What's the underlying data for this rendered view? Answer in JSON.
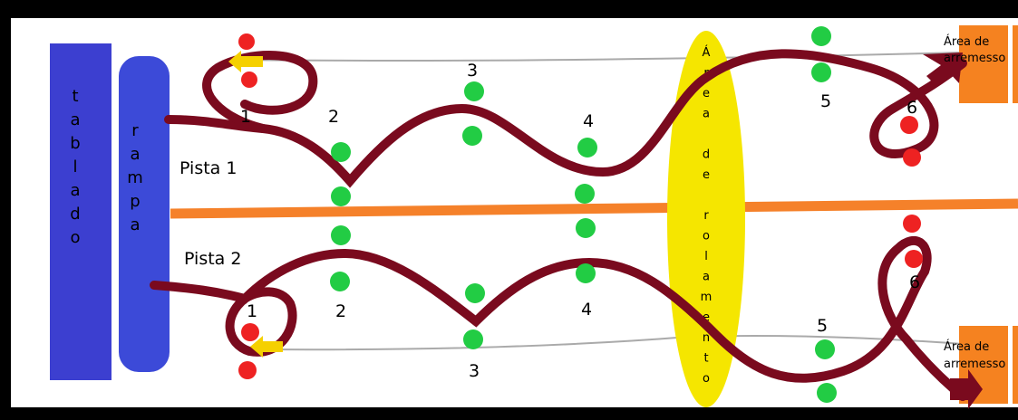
{
  "labels": {
    "tablado": [
      "t",
      "a",
      "b",
      "l",
      "a",
      "d",
      "o"
    ],
    "rampa": [
      "r",
      "a",
      "m",
      "p",
      "a"
    ],
    "area_rolamento": [
      "Á",
      "r",
      "e",
      "a",
      "",
      "d",
      "e",
      "",
      "r",
      "o",
      "l",
      "a",
      "m",
      "e",
      "n",
      "t",
      "o"
    ],
    "pista1": "Pista 1",
    "pista2": "Pista 2",
    "arremesso_top": [
      "Área de",
      "arremesso"
    ],
    "arremesso_bottom": [
      "Área de",
      "arremesso"
    ]
  },
  "stations_top": [
    "1",
    "2",
    "3",
    "4",
    "5",
    "6"
  ],
  "stations_bottom": [
    "1",
    "2",
    "3",
    "4",
    "5",
    "6"
  ],
  "colors": {
    "tablado": "#3c3fd0",
    "rampa": "#3c4ad8",
    "divider": "#f5812a",
    "rolamento": "#f5e600",
    "arremesso": "#f58220",
    "path": "#7a0a1e",
    "cone_green": "#22cc44",
    "cone_red": "#ee2222",
    "arrow_yellow": "#f5d000",
    "guide_line": "#aaaaaa"
  }
}
